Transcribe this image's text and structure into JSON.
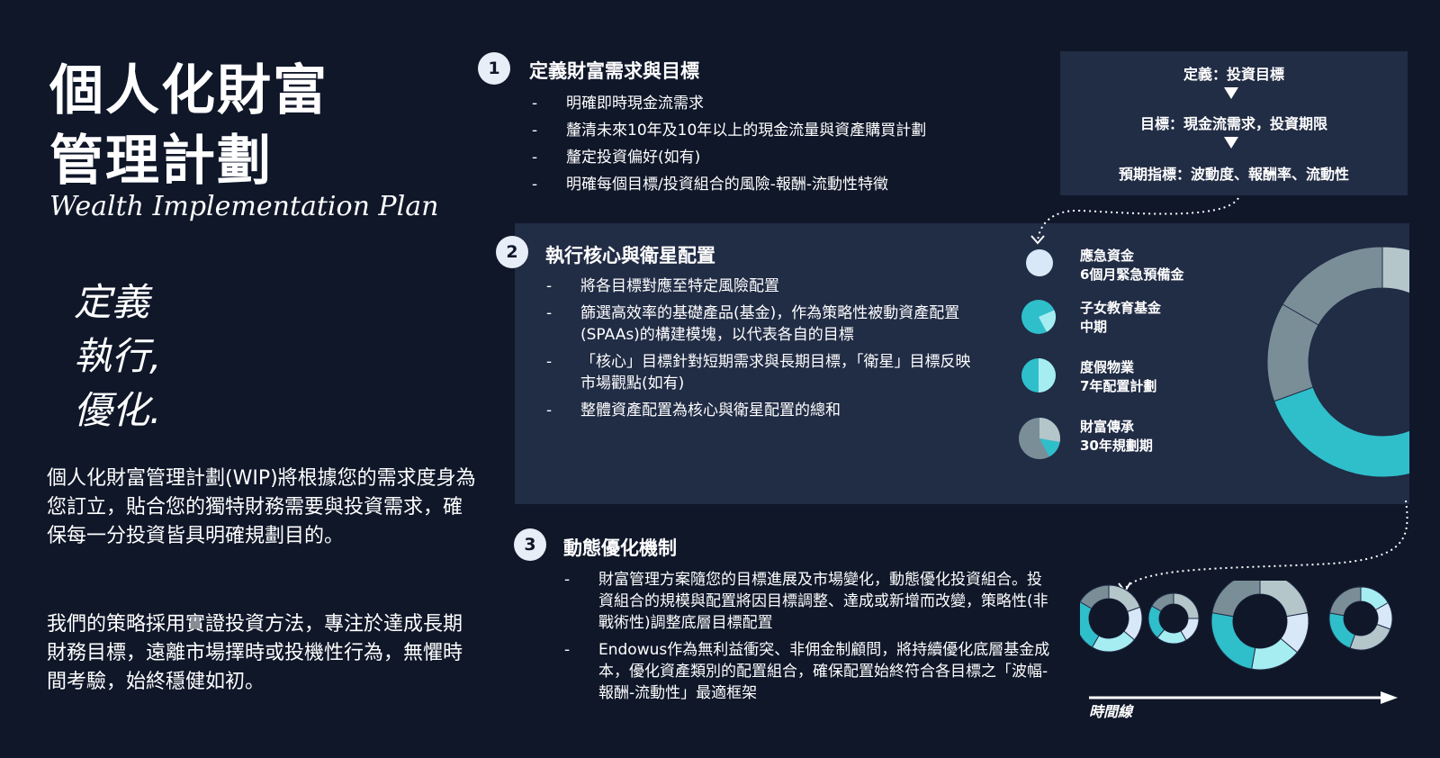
{
  "header": {
    "title_line1": "個人化財富",
    "title_line2": "管理計劃",
    "subtitle": "Wealth Implementation Plan"
  },
  "tagline": [
    "定義",
    "執行,",
    "優化."
  ],
  "intro": {
    "p1": "個人化財富管理計劃(WIP)將根據您的需求度身為您訂立，貼合您的獨特財務需要與投資需求，確保每一分投資皆具明確規劃目的。",
    "p2": "我們的策略採用實證投資方法，專注於達成長期財務目標，遠離市場擇時或投機性行為，無懼時間考驗，始終穩健如初。"
  },
  "sections": [
    {
      "number": "1",
      "title": "定義財富需求與目標",
      "bullets": [
        "明確即時現金流需求",
        "釐清未來10年及10年以上的現金流量與資產購買計劃",
        "釐定投資偏好(如有)",
        "明確每個目標/投資組合的風險-報酬-流動性特徵"
      ]
    },
    {
      "number": "2",
      "title": "執行核心與衛星配置",
      "bullets": [
        "將各目標對應至特定風險配置",
        "篩選高效率的基礎產品(基金)，作為策略性被動資產配置(SPAAs)的構建模塊，以代表各自的目標",
        "「核心」目標針對短期需求與長期目標，「衛星」目標反映市場觀點(如有)",
        "整體資產配置為核心與衛星配置的總和"
      ]
    },
    {
      "number": "3",
      "title": "動態優化機制",
      "bullets": [
        "財富管理方案隨您的目標進展及市場變化，動態優化投資組合。投資組合的規模與配置將因目標調整、達成或新增而改變，策略性(非戰術性)調整底層目標配置",
        "Endowus作為無利益衝突、非佣金制顧問，將持續優化底層基金成本，優化資產類別的配置組合，確保配置始終符合各目標之「波幅-報酬-流動性」最適框架"
      ]
    }
  ],
  "definition_box": {
    "line1": "定義：投資目標",
    "line2": "目標：現金流需求，投資期限",
    "line3": "預期指標：波動度、報酬率、流動性"
  },
  "goals": [
    {
      "name": "應急資金",
      "detail": "6個月緊急預備金",
      "icon": "circle-full-icon"
    },
    {
      "name": "子女教育基金",
      "detail": "中期",
      "icon": "pie-wedge-icon"
    },
    {
      "name": "度假物業",
      "detail": "7年配置計劃",
      "icon": "half-pie-icon"
    },
    {
      "name": "財富傳承",
      "detail": "30年規劃期",
      "icon": "pie-grey-icon"
    }
  ],
  "timeline": {
    "label": "時間線"
  },
  "colors": {
    "background": "#0f1729",
    "panel": "#212c45",
    "teal": "#2fbfcb",
    "light_cyan": "#a6edf2",
    "pale_blue": "#d8e8f8",
    "grey": "#7a8e98",
    "grey_light": "#b4c6ca"
  }
}
